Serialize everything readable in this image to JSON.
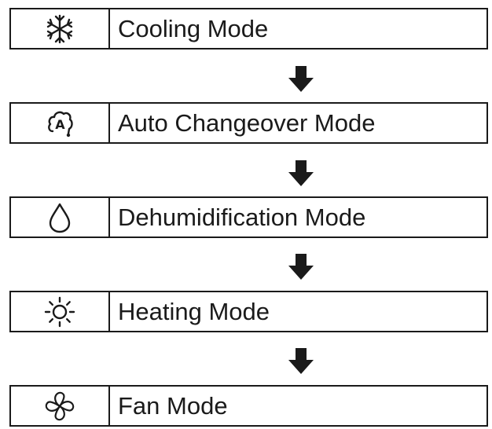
{
  "modes": [
    {
      "icon": "snowflake-icon",
      "label": "Cooling Mode"
    },
    {
      "icon": "auto-changeover-icon",
      "label": "Auto Changeover Mode"
    },
    {
      "icon": "water-drop-icon",
      "label": "Dehumidification Mode"
    },
    {
      "icon": "sun-icon",
      "label": "Heating Mode"
    },
    {
      "icon": "fan-icon",
      "label": "Fan Mode"
    }
  ],
  "arrow_icon": "down-arrow-icon",
  "colors": {
    "line": "#1a1a1a",
    "background": "#ffffff"
  }
}
